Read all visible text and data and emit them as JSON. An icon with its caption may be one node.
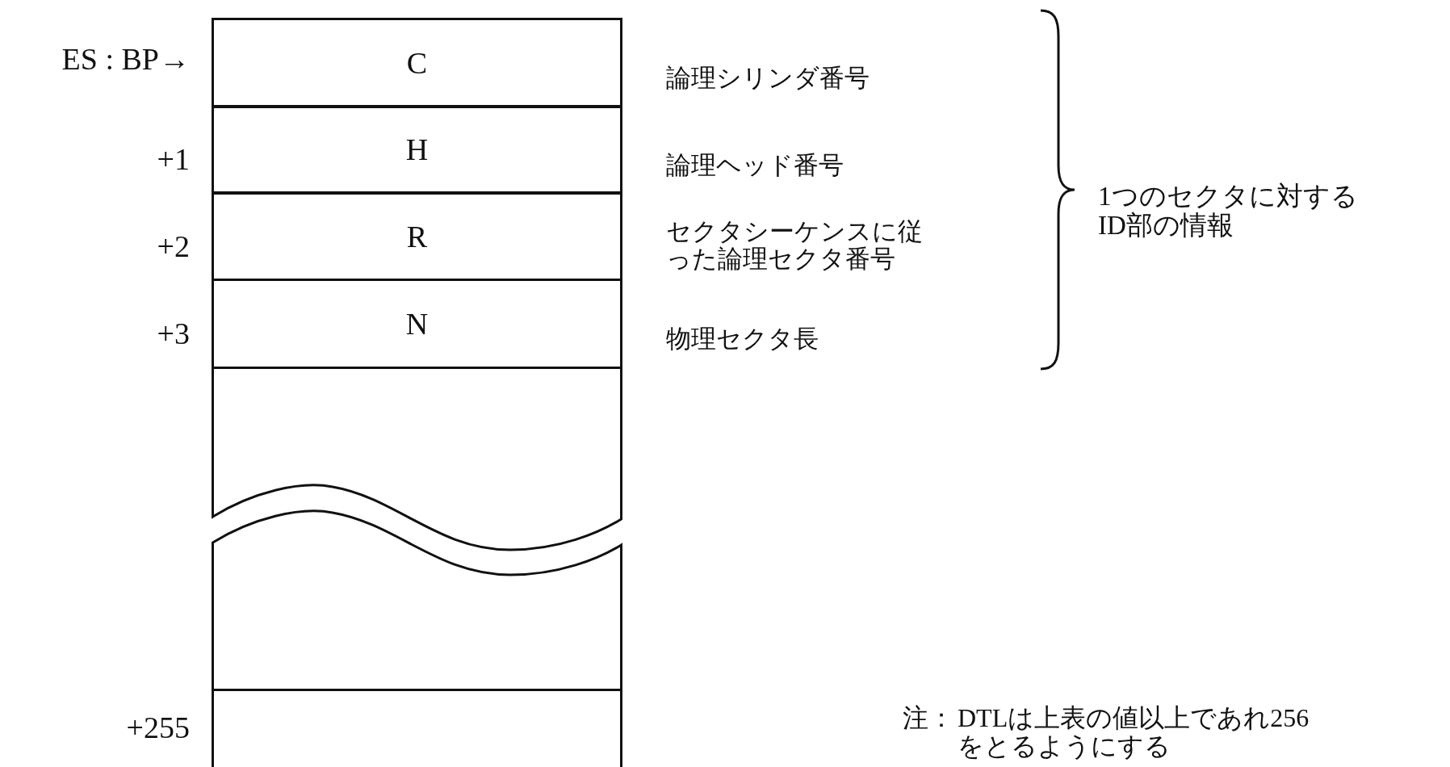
{
  "diagram": {
    "nodes": [
      {
        "text": [
          "C"
        ]
      },
      {
        "text": [
          "H"
        ]
      },
      {
        "text": [
          "R"
        ]
      },
      {
        "text": [
          "N"
        ]
      },
      {
        "text": [],
        "shape": "box"
      },
      {
        "text": [],
        "shape": "box"
      },
      {
        "text": [],
        "shape": "box"
      }
    ],
    "labels": [
      "ES : BP→",
      "論理シリンダ番号",
      "+1",
      "論理ヘッド番号",
      "1つのセクタに対するID部の情報",
      "+2",
      "セクタシーケンスに従った論理セクタ番号",
      "+3",
      "物理セクタ長",
      "+255",
      "注：",
      "DTLは上表の値以上であれ256をとるようにする"
    ]
  }
}
